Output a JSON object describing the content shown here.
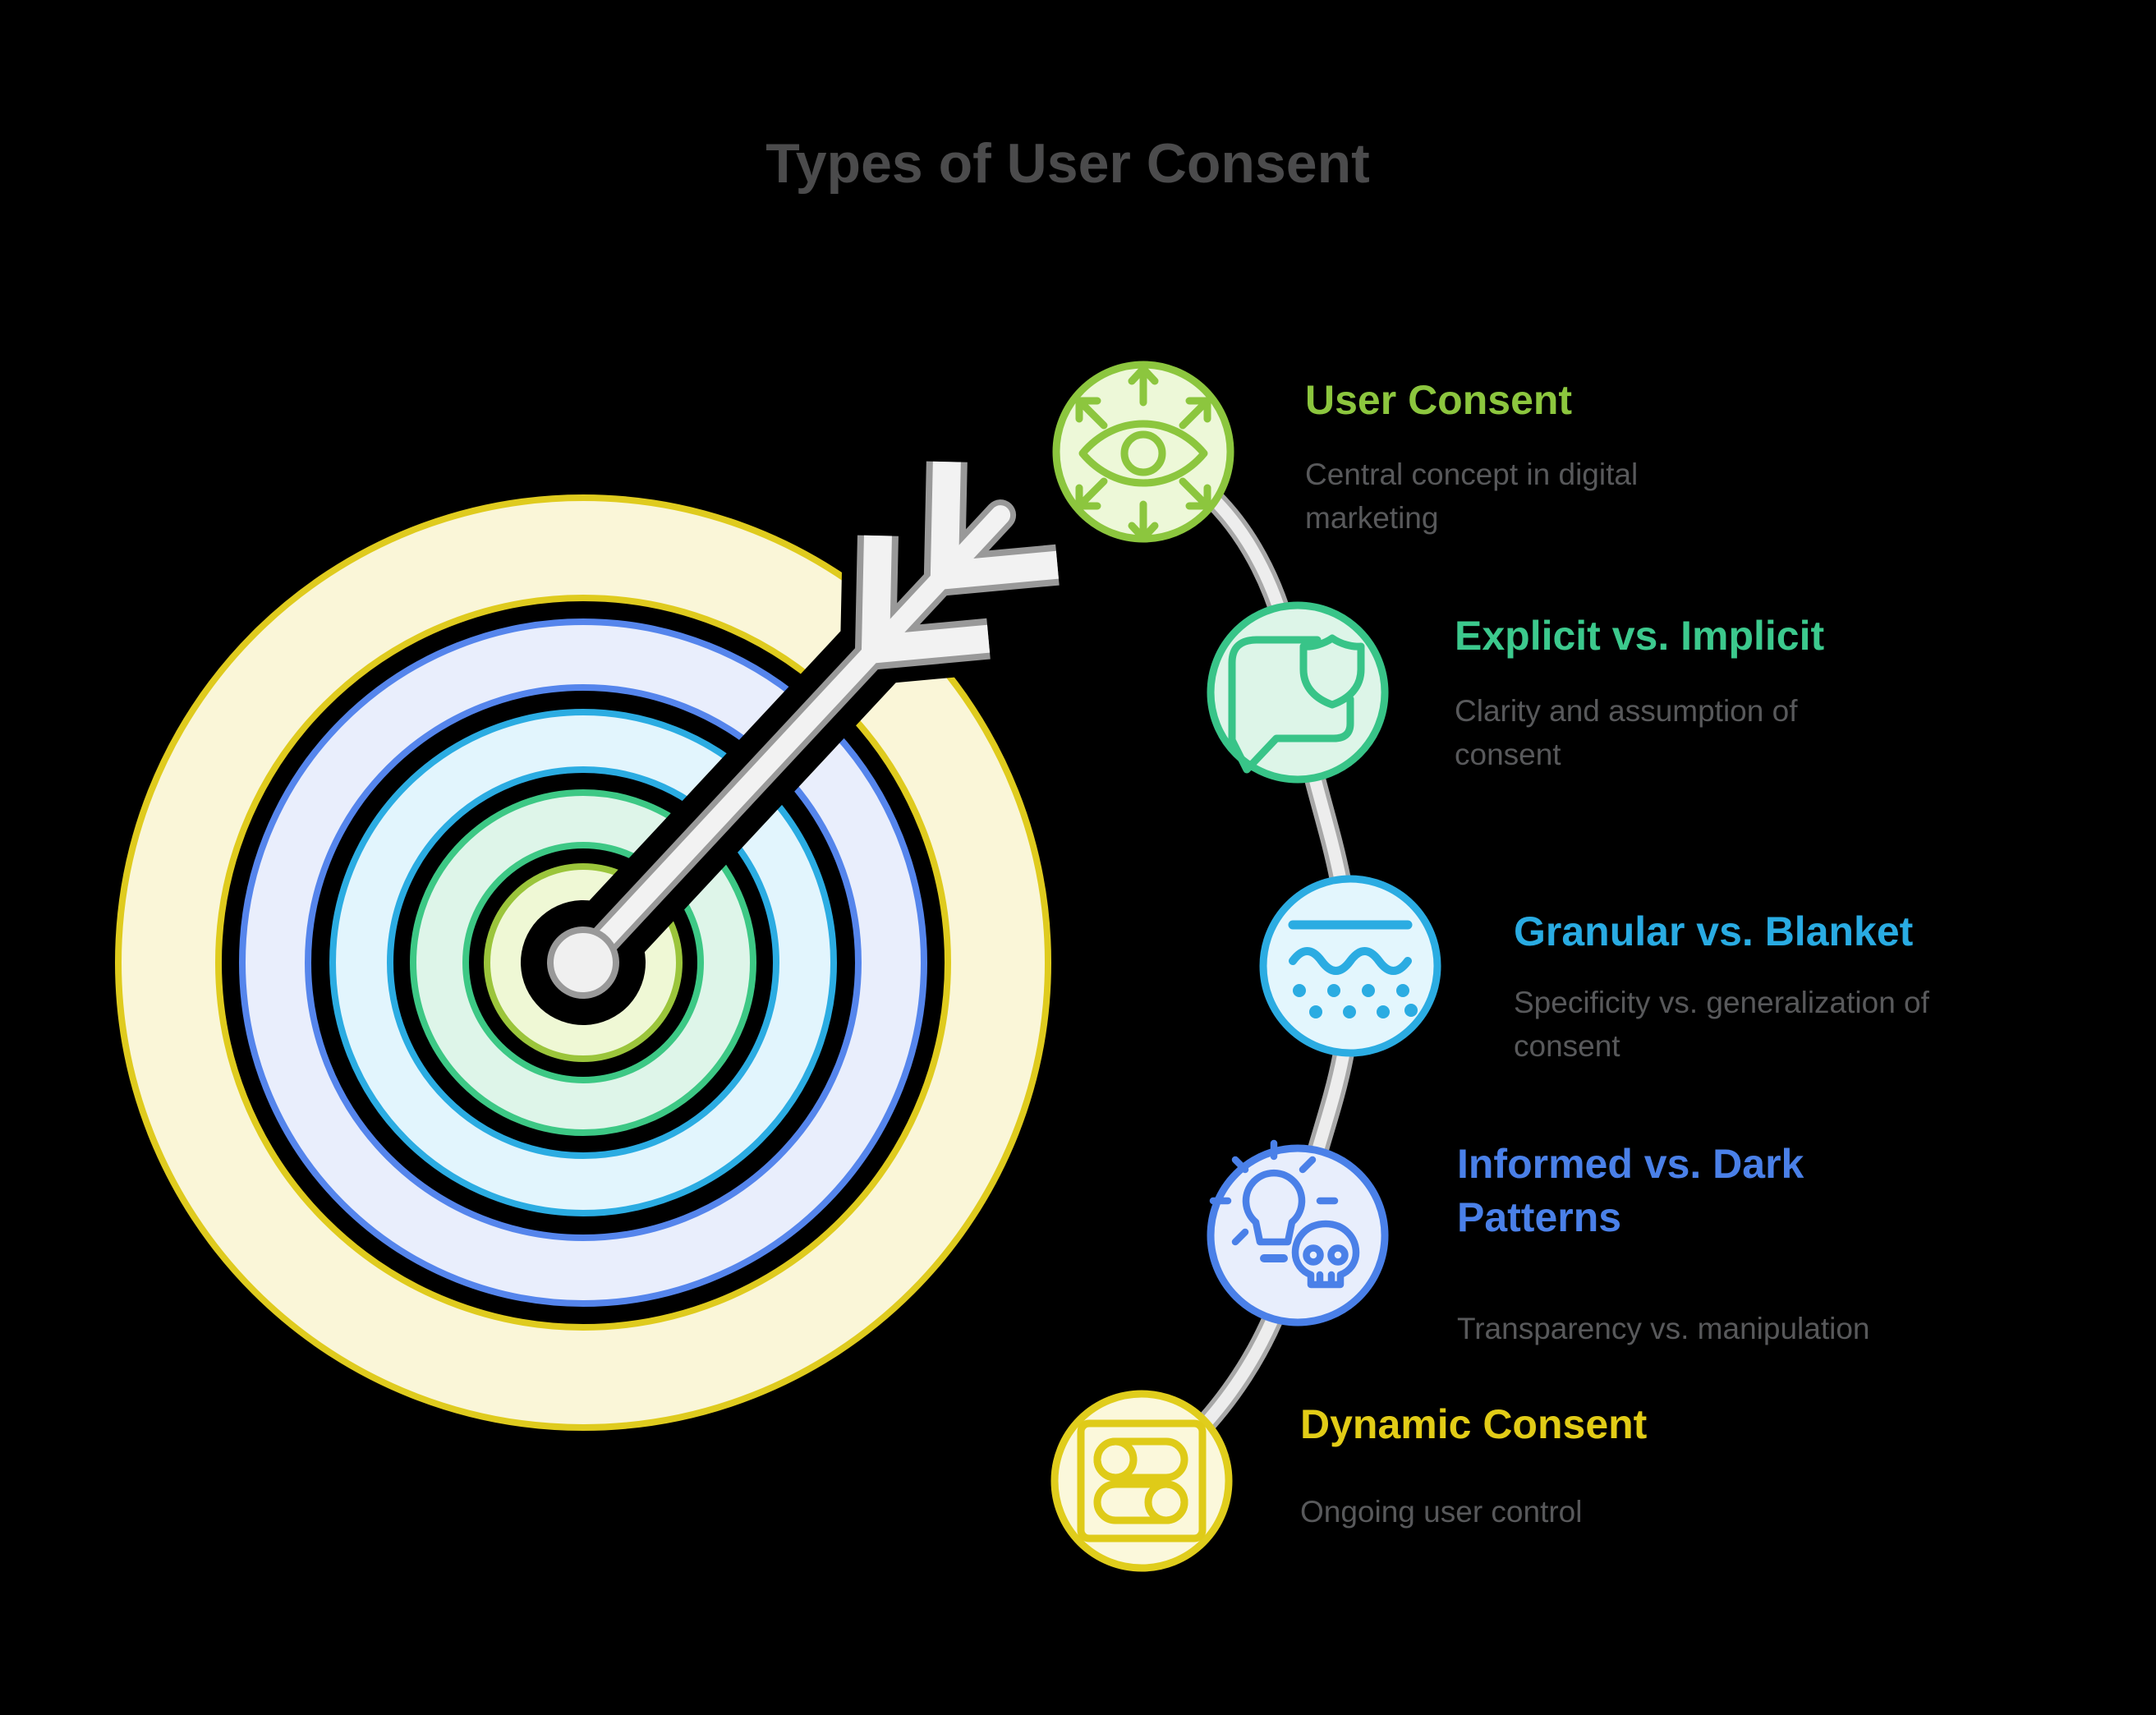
{
  "title": "Types of User Consent",
  "items": [
    {
      "id": "user-consent",
      "title": "User Consent",
      "description": "Central concept in digital marketing",
      "accent_color": "#8CC63E",
      "icon": "eye-all-directions-icon",
      "node_fill": "#EDF8D8"
    },
    {
      "id": "explicit-vs-implicit",
      "title": "Explicit vs. Implicit",
      "description": "Clarity and assumption of consent",
      "accent_color": "#3CC98D",
      "icon": "speech-bubble-shield-icon",
      "node_fill": "#DDF5E8"
    },
    {
      "id": "granular-vs-blanket",
      "title": "Granular vs. Blanket",
      "description": "Specificity vs. generalization of consent",
      "accent_color": "#29ABE2",
      "icon": "surface-layers-dots-icon",
      "node_fill": "#E3F6FD"
    },
    {
      "id": "informed-vs-dark-patterns",
      "title": "Informed vs. Dark Patterns",
      "description": "Transparency vs. manipulation",
      "accent_color": "#4A80E8",
      "icon": "lightbulb-skull-icon",
      "node_fill": "#E8EEFC"
    },
    {
      "id": "dynamic-consent",
      "title": "Dynamic Consent",
      "description": "Ongoing user control",
      "accent_color": "#E2CC16",
      "icon": "toggle-switches-icon",
      "node_fill": "#FBF8DB"
    }
  ],
  "graphic": {
    "type": "bullseye-target-with-arrow",
    "rings_outer_to_inner": [
      {
        "name": "outer-yellow-ring",
        "fill": "#FAF6D8",
        "stroke": "#DFCB1E"
      },
      {
        "name": "blue-ring",
        "fill": "#E9EEFC",
        "stroke": "#5585EC"
      },
      {
        "name": "cyan-ring",
        "fill": "#E2F5FD",
        "stroke": "#2BACE2"
      },
      {
        "name": "green-ring",
        "fill": "#DEF5E9",
        "stroke": "#3DC885"
      },
      {
        "name": "bull-ring",
        "fill": "#EFF8D5",
        "stroke": "#9BC53B"
      }
    ],
    "arrow": {
      "fill": "#F2F2F2",
      "outline": "#999999"
    },
    "connector": {
      "edge": "#A8A8A8",
      "core": "#EDEDED"
    }
  },
  "palette": {
    "background": "#000000",
    "heading_text": "#4B4B4C",
    "description_text": "#58595B"
  }
}
